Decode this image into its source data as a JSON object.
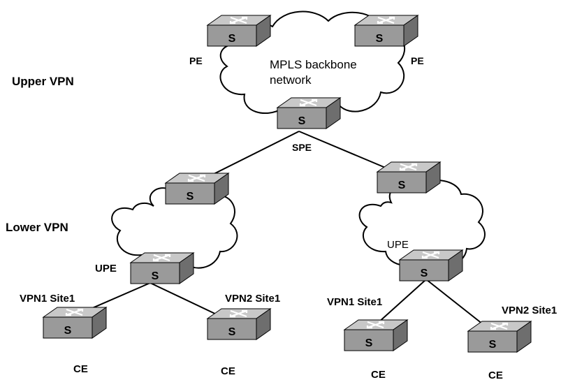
{
  "labels": {
    "upper_vpn": "Upper VPN",
    "lower_vpn": "Lower VPN",
    "mpls_line1": "MPLS backbone",
    "mpls_line2": "network",
    "pe_left": "PE",
    "pe_right": "PE",
    "spe": "SPE",
    "upe_left": "UPE",
    "upe_right": "UPE",
    "vpn1_site1_left": "VPN1 Site1",
    "vpn2_site1_left": "VPN2 Site1",
    "vpn1_site1_right": "VPN1 Site1",
    "vpn2_site1_right": "VPN2 Site1",
    "ce_1": "CE",
    "ce_2": "CE",
    "ce_3": "CE",
    "ce_4": "CE"
  },
  "device_glyph": "S",
  "colors": {
    "switch_top": "#c8c8c8",
    "switch_front": "#9a9a9a",
    "switch_side": "#6e6e6e",
    "outline": "#000000"
  },
  "icons": {
    "switch": "network-switch-icon",
    "cloud": "cloud-network-icon"
  }
}
